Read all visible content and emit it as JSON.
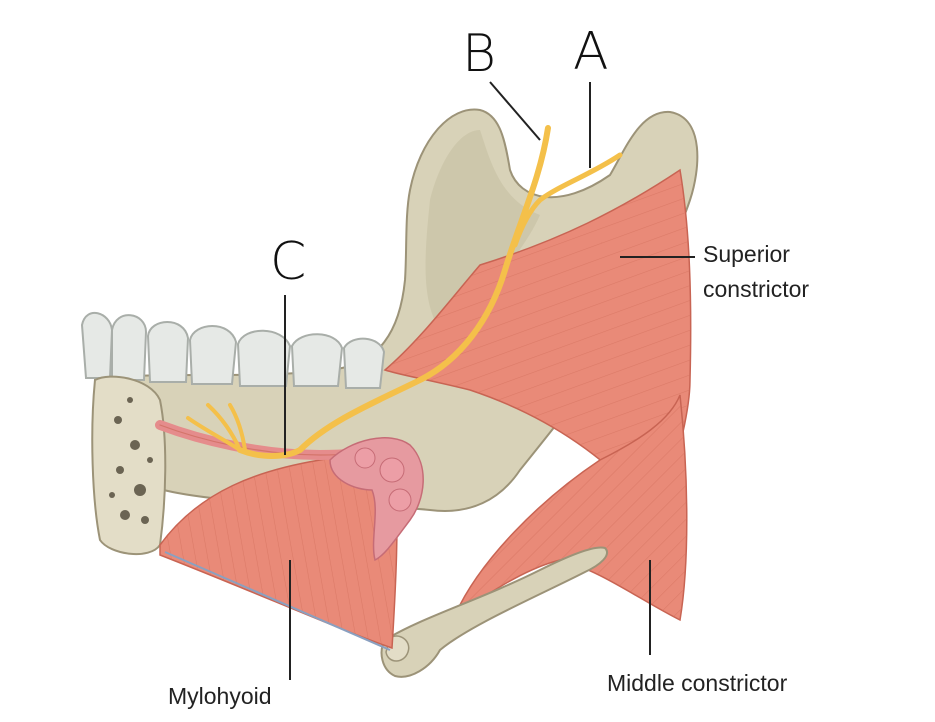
{
  "labels": {
    "superior_line1": "Superior",
    "superior_line2": "constrictor",
    "middle": "Middle constrictor",
    "mylohyoid": "Mylohyoid",
    "a": "A",
    "b": "B",
    "c": "C"
  },
  "colors": {
    "bone": "#d8d2b8",
    "bone_dark": "#b3ab8e",
    "muscle": "#e98a78",
    "muscle_line": "#c86453",
    "nerve": "#f4c04a",
    "duct": "#e58c8c",
    "gland": "#e69aa0",
    "teeth": "#e6e9e6",
    "leader": "#222222"
  }
}
